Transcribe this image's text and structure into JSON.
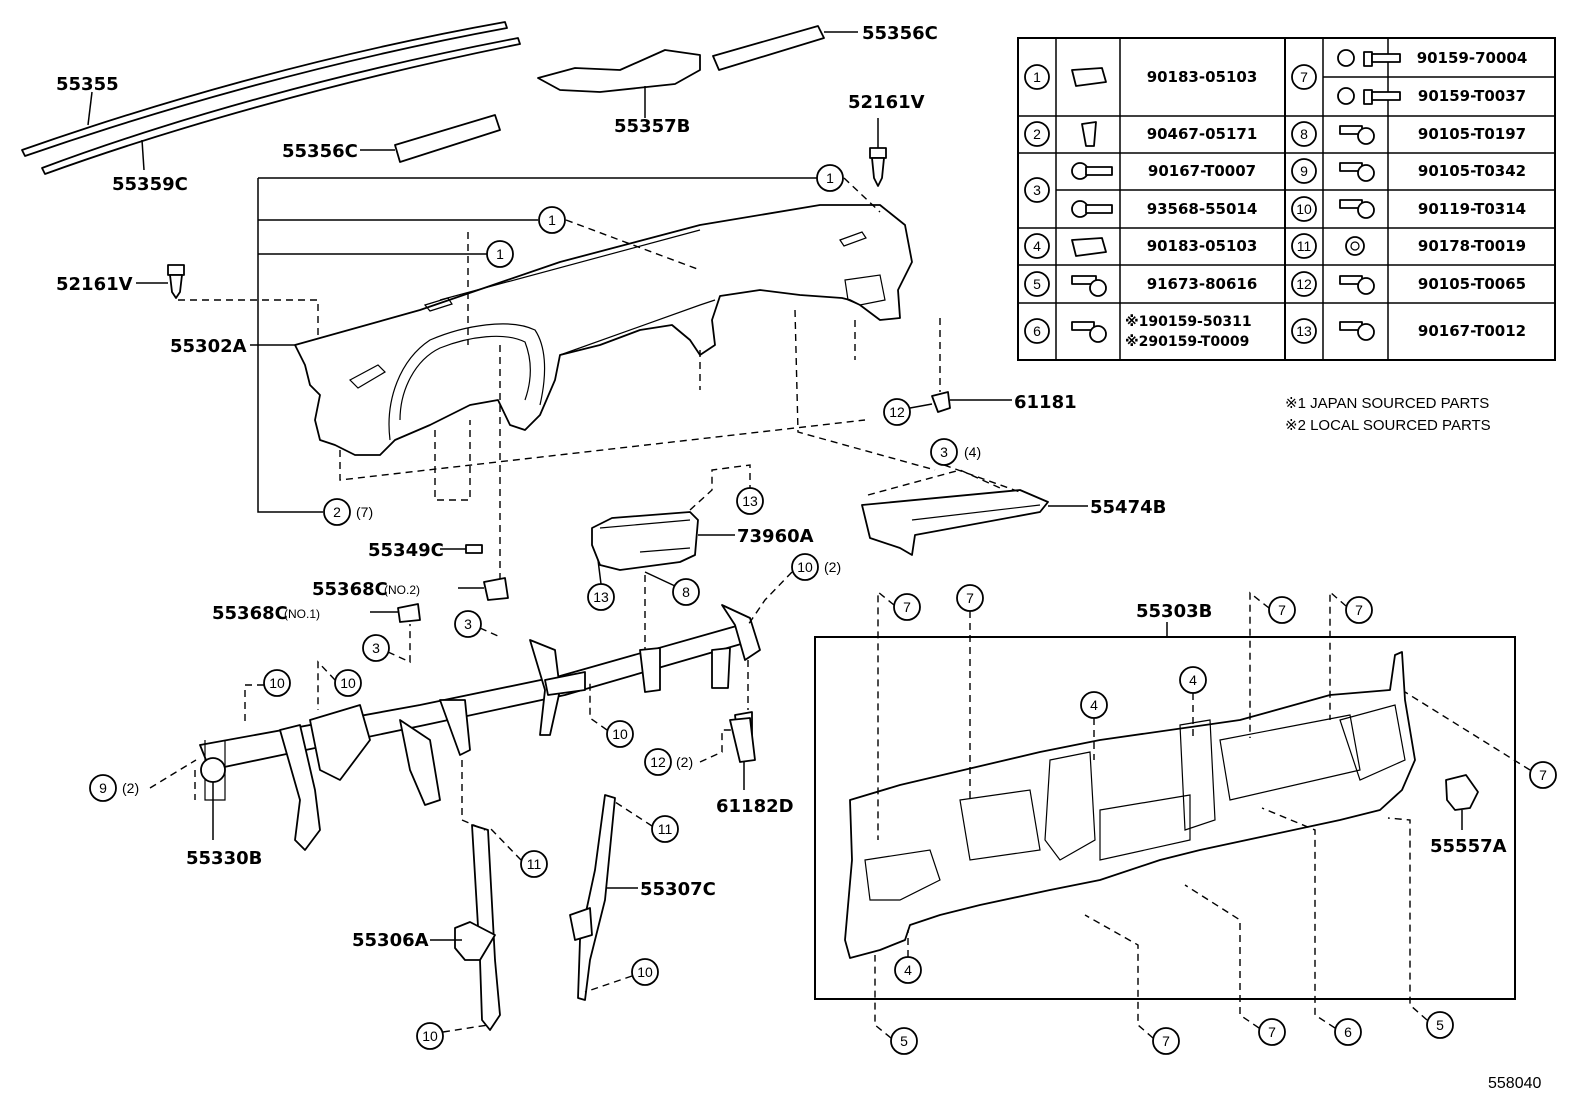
{
  "labels": {
    "l55355": "55355",
    "l55359c": "55359C",
    "l55356c_top": "55356C",
    "l55357b": "55357B",
    "l55356c_mid": "55356C",
    "l52161v_right": "52161V",
    "l52161v_left": "52161V",
    "l55302a": "55302A",
    "l61181": "61181",
    "l55474b": "55474B",
    "l73960a": "73960A",
    "l55349c": "55349C",
    "l55368c_no2": "55368C",
    "l55368c_no2_sub": "(NO.2)",
    "l55368c_no1": "55368C",
    "l55368c_no1_sub": "(NO.1)",
    "l61182d": "61182D",
    "l55330b": "55330B",
    "l55307c": "55307C",
    "l55306a": "55306A",
    "l55303b": "55303B",
    "l55557a": "55557A",
    "diagram_id": "558040"
  },
  "quantities": {
    "q2_7": "(7)",
    "q3_4": "(4)",
    "q10_2": "(2)",
    "q9_2": "(2)",
    "q12_2": "(2)"
  },
  "fastener_table": [
    {
      "ref": "1",
      "parts": [
        "90183-05103"
      ]
    },
    {
      "ref": "2",
      "parts": [
        "90467-05171"
      ]
    },
    {
      "ref": "3",
      "parts": [
        "90167-T0007",
        "93568-55014"
      ]
    },
    {
      "ref": "4",
      "parts": [
        "90183-05103"
      ]
    },
    {
      "ref": "5",
      "parts": [
        "91673-80616"
      ]
    },
    {
      "ref": "6",
      "parts": [
        "※190159-50311",
        "※290159-T0009"
      ]
    },
    {
      "ref": "7",
      "parts": [
        "90159-70004",
        "90159-T0037"
      ]
    },
    {
      "ref": "8",
      "parts": [
        "90105-T0197"
      ]
    },
    {
      "ref": "9",
      "parts": [
        "90105-T0342"
      ]
    },
    {
      "ref": "10",
      "parts": [
        "90119-T0314"
      ]
    },
    {
      "ref": "11",
      "parts": [
        "90178-T0019"
      ]
    },
    {
      "ref": "12",
      "parts": [
        "90105-T0065"
      ]
    },
    {
      "ref": "13",
      "parts": [
        "90167-T0012"
      ]
    }
  ],
  "notes": [
    "※1  JAPAN SOURCED PARTS",
    "※2  LOCAL SOURCED PARTS"
  ]
}
